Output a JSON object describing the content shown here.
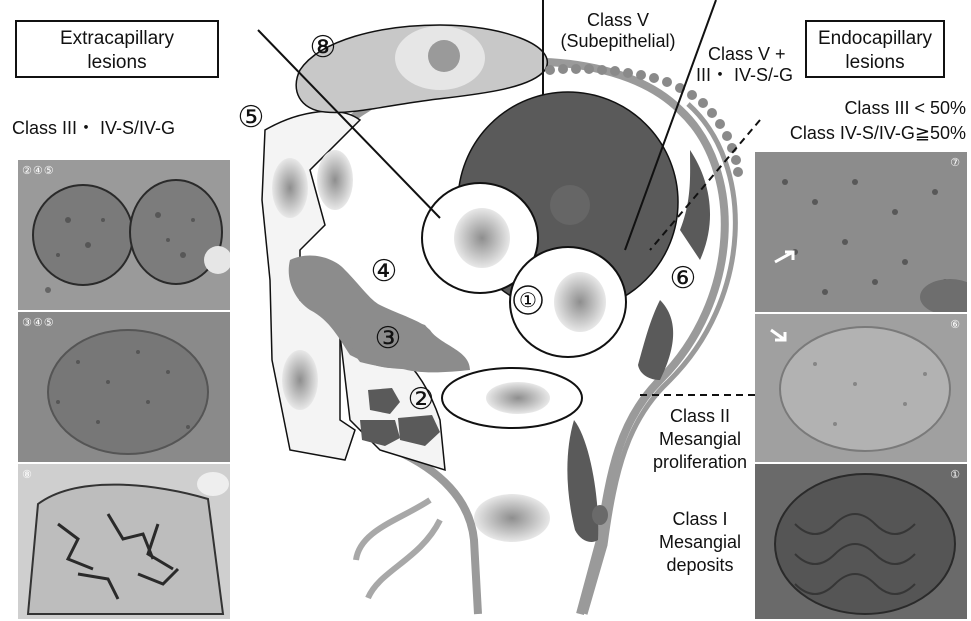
{
  "boxes": {
    "extracapillary": [
      "Extracapillary",
      "lesions"
    ],
    "endocapillary": [
      "Endocapillary",
      "lesions"
    ]
  },
  "labels": {
    "class_iii_iv_left": "Class III・ IV-S/IV-G",
    "class_v": [
      "Class V",
      "(Subepithelial)"
    ],
    "class_v_plus": [
      "Class    V +",
      "III・ IV-S/-G"
    ],
    "class_iii_lt50": "Class III    < 50%",
    "class_iv_ge50": "Class IV-S/IV-G≧50%",
    "class_ii": [
      "Class II",
      "Mesangial",
      "proliferation"
    ],
    "class_i": [
      "Class I",
      "Mesangial",
      "deposits"
    ]
  },
  "region_numbers": {
    "n1": "①",
    "n2": "②",
    "n3": "③",
    "n4": "④",
    "n5": "⑤",
    "n6": "⑥",
    "n8": "⑧"
  },
  "photo_tags": {
    "left_top": "②④⑤",
    "left_mid": "③④⑤",
    "left_bottom": "⑧",
    "right_top": "⑦",
    "right_mid": "⑥",
    "right_bottom": "①"
  },
  "colors": {
    "line": "#111111",
    "cell_fill": "#f4f4f4",
    "crescent_gray": "#8c8c8c",
    "dark_gray": "#5a5a5a",
    "membrane_gray": "#9a9a9a",
    "photo_bg": "#8a8a8a"
  }
}
